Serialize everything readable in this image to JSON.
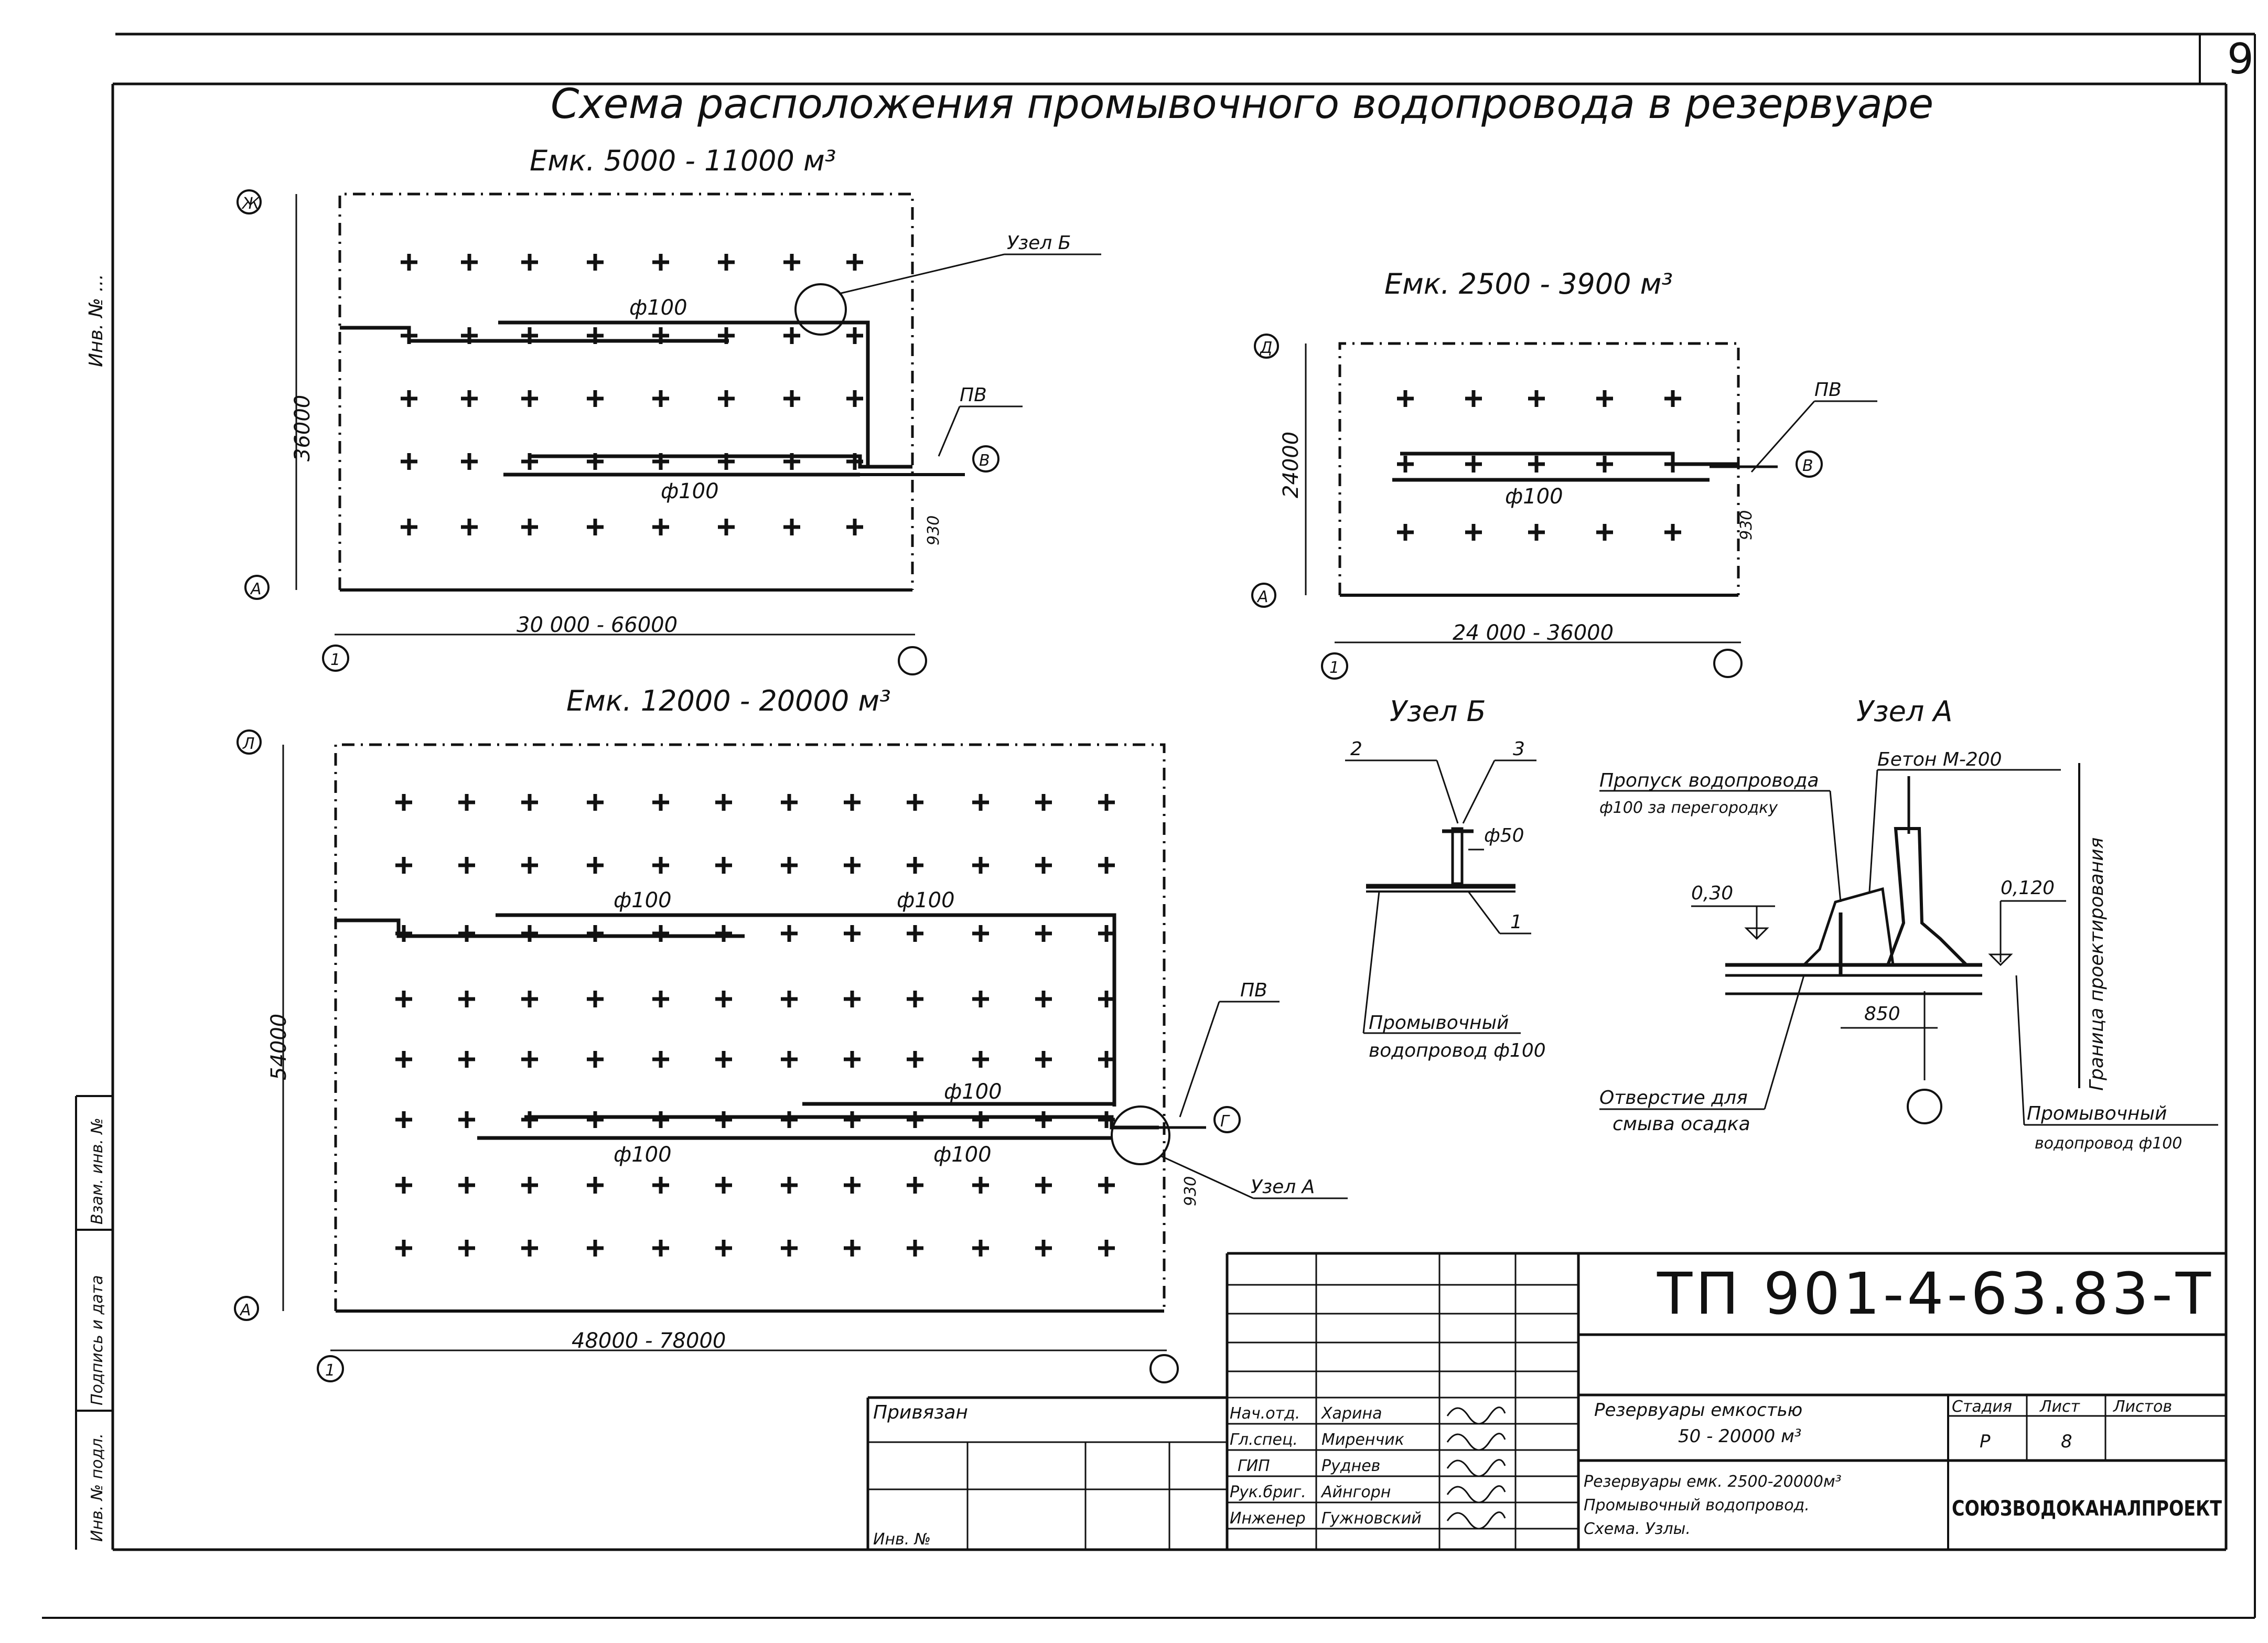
{
  "sheet_number": "9",
  "main_title": "Схема расположения промывочного водопровода в резервуаре",
  "side_stamp": "Инв. № ...",
  "side_columns": [
    "Инв. № подл.",
    "Подпись и дата",
    "Взам. инв. №"
  ],
  "plan1": {
    "title": "Емк. 5000 - 11000 м³",
    "height_dim": "36000",
    "width_dim": "30 000 - 66000",
    "pipe_label_top": "ф100",
    "pipe_label_bottom": "ф100",
    "node_label": "Узел Б",
    "pv_label": "ПВ",
    "offset_dim": "930",
    "axis_top": "Ж",
    "axis_bottom": "А",
    "axis_row": "В",
    "axis_col": "1"
  },
  "plan2": {
    "title": "Емк. 2500 - 3900 м³",
    "height_dim": "24000",
    "width_dim": "24 000 - 36000",
    "pipe_label": "ф100",
    "pv_label": "ПВ",
    "offset_dim": "930",
    "axis_top": "Д",
    "axis_bottom": "А",
    "axis_row": "В",
    "axis_col": "1"
  },
  "plan3": {
    "title": "Емк. 12000 - 20000 м³",
    "height_dim": "54000",
    "width_dim": "48000 - 78000",
    "pipe_labels_top": [
      "ф100",
      "ф100"
    ],
    "pipe_label_mid": "ф100",
    "pipe_labels_bottom": [
      "ф100",
      "ф100"
    ],
    "node_label": "Узел А",
    "pv_label": "ПВ",
    "offset_dim": "930",
    "axis_top": "Л",
    "axis_bottom": "А",
    "axis_row": "Г",
    "axis_col": "1"
  },
  "node_b": {
    "title": "Узел Б",
    "callout_2": "2",
    "callout_3": "3",
    "callout_1": "1",
    "riser_label": "ф50",
    "pipe_caption_1": "Промывочный",
    "pipe_caption_2": "водопровод ф100"
  },
  "node_a": {
    "title": "Узел А",
    "passage_1": "Пропуск водопровода",
    "passage_2": "ф100 за перегородку",
    "concrete": "Бетон М-200",
    "level_left": "0,30",
    "level_right": "0,120",
    "span_dim": "850",
    "hole_1": "Отверстие для",
    "hole_2": "смыва осадка",
    "pipe_caption_1": "Промывочный",
    "pipe_caption_2": "водопровод ф100",
    "boundary": "Граница проектирования"
  },
  "title_block": {
    "doc_code": "ТП 901-4-63.83-Т",
    "privyazan": "Привязан",
    "inv_no": "Инв. №",
    "roles": [
      "Нач.отд.",
      "Гл.спец.",
      "ГИП",
      "Рук.бриг.",
      "Инженер"
    ],
    "names": [
      "Харина",
      "Миренчик",
      "Руднев",
      "Айнгорн",
      "Гужновский"
    ],
    "project_title_1": "Резервуары емкостью",
    "project_title_2": "50 - 20000 м³",
    "sheet_title_1": "Резервуары емк. 2500-20000м³",
    "sheet_title_2": "Промывочный водопровод.",
    "sheet_title_3": "Схема. Узлы.",
    "col_stage": "Стадия",
    "col_sheet": "Лист",
    "col_sheets": "Листов",
    "stage": "Р",
    "sheet": "8",
    "sheets": "",
    "organization": "СОЮЗВОДОКАНАЛПРОЕКТ"
  }
}
